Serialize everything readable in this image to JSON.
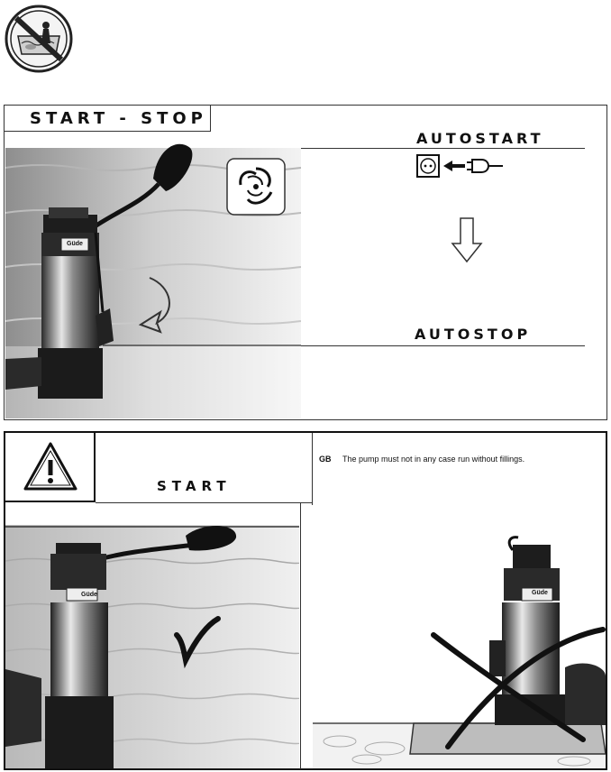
{
  "top_panel": {
    "title": "START - STOP",
    "autostart_label": "AUTOSTART",
    "autostop_label": "AUTOSTOP"
  },
  "bottom_panel": {
    "start_label": "START",
    "note_lang": "GB",
    "note_text": "The pump must not in any case run without fillings."
  },
  "pump_brand": "Güde",
  "icons": [
    "no-swimming-prohibition-icon",
    "rotation-icon",
    "socket-icon",
    "plug-icon",
    "down-arrow-icon",
    "warning-triangle-icon",
    "checkmark-icon",
    "cross-mark-icon"
  ]
}
